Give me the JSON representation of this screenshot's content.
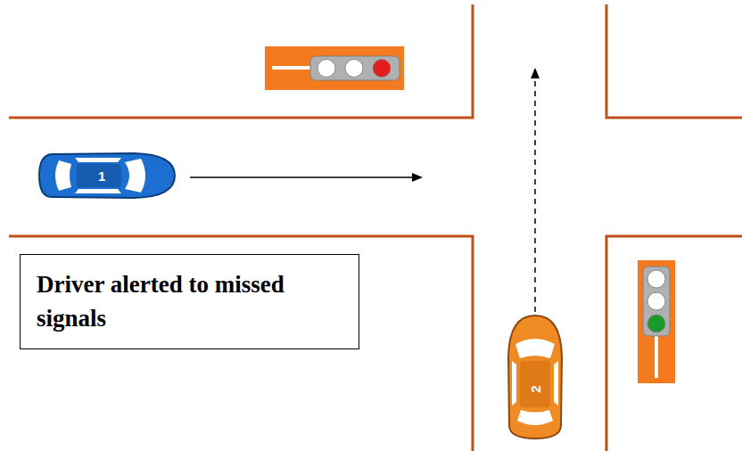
{
  "diagram": {
    "nodes": [
      {
        "text": [
          "Driver alerted to missed signals"
        ]
      }
    ],
    "labels": [
      "1",
      "2"
    ]
  }
}
